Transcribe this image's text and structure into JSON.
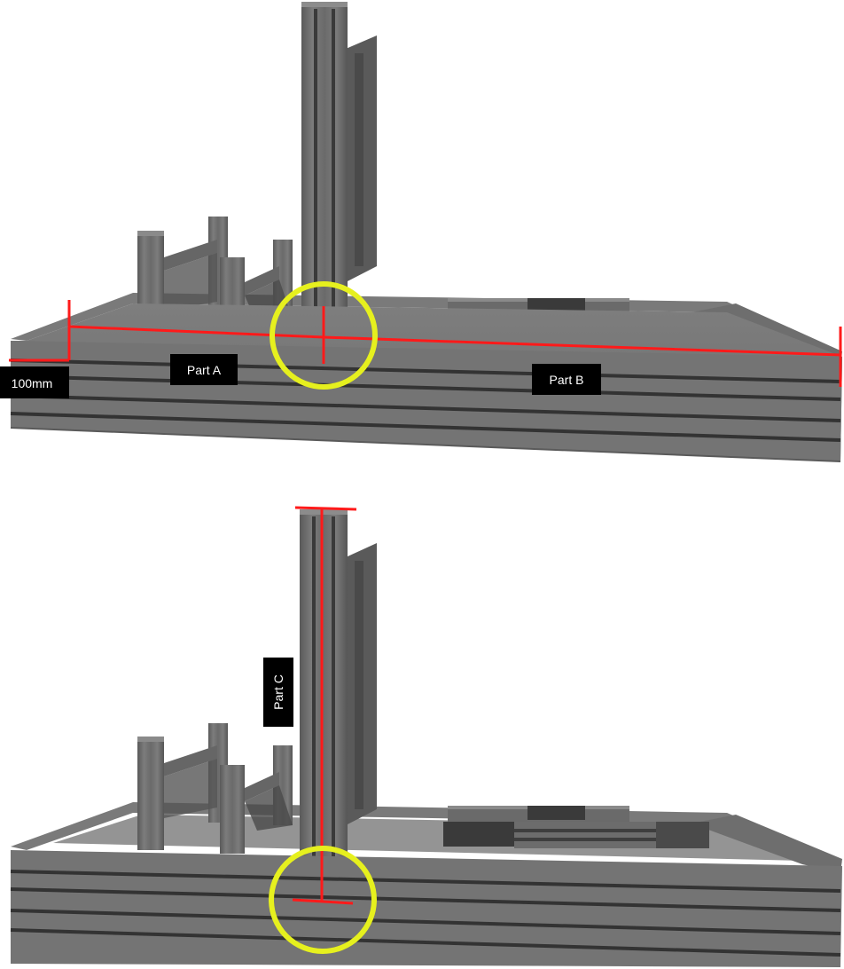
{
  "figure_top": {
    "label_100mm": "100mm",
    "label_part_a": "Part A",
    "label_part_b": "Part B"
  },
  "figure_bottom": {
    "label_part_c": "Part C"
  },
  "colors": {
    "background": "#ffffff",
    "extrusion_light": "#7a7a7a",
    "extrusion_mid": "#6a6a6a",
    "extrusion_dark": "#4a4a4a",
    "slot": "#333333",
    "measure_line": "#ff1a1a",
    "highlight_circle": "#e6f01e",
    "label_bg": "#000000",
    "label_fg": "#ffffff"
  }
}
